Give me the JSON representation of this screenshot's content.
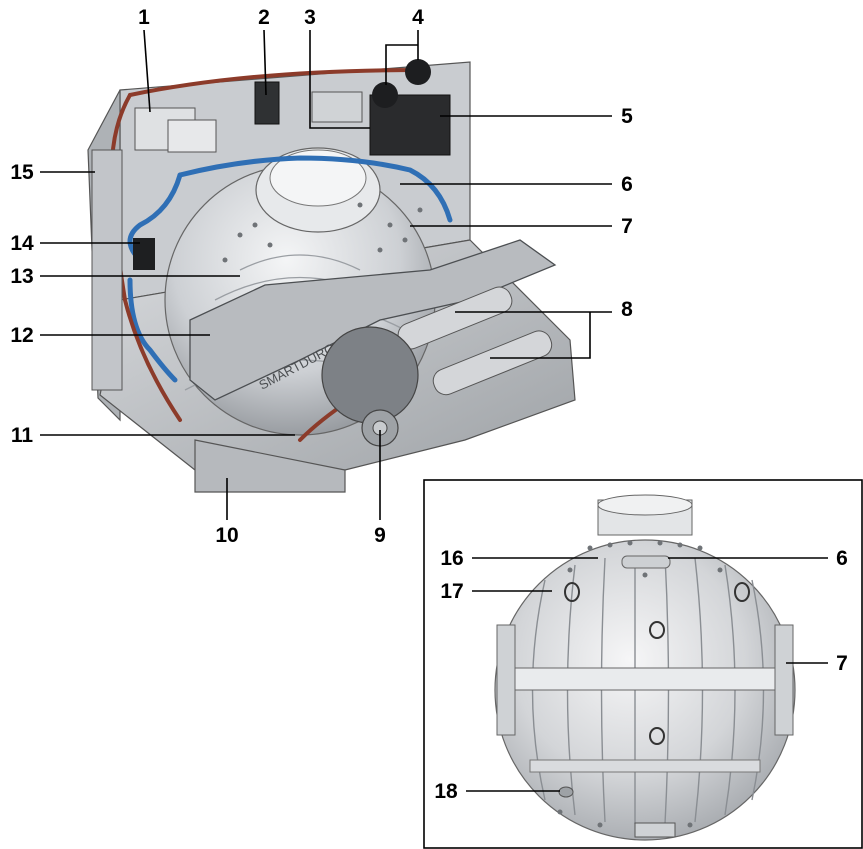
{
  "callouts": {
    "c1": "1",
    "c2": "2",
    "c3": "3",
    "c4": "4",
    "c5": "5",
    "c6": "6",
    "c7": "7",
    "c8": "8",
    "c9": "9",
    "c10": "10",
    "c11": "11",
    "c12": "12",
    "c13": "13",
    "c14": "14",
    "c15": "15"
  },
  "inset_callouts": {
    "c16": "16",
    "c17": "17",
    "c18": "18",
    "c6": "6",
    "c7": "7"
  },
  "housing_logo_text": "SMARTDURO",
  "colors": {
    "housing": "#b9bcc0",
    "sphere": "#d6d9dc",
    "hose_blue": "#2f6fb5",
    "hose_red": "#8c3b2a",
    "inset_border": "#000000"
  }
}
